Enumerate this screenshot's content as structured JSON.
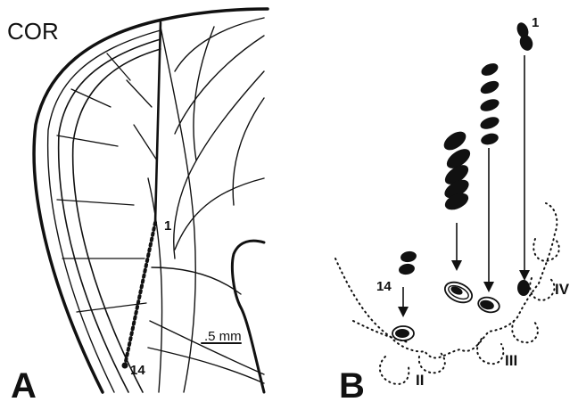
{
  "panel_a": {
    "section_label": "COR",
    "panel_letter": "A",
    "track_start_label": "1",
    "track_end_label": "14",
    "scale_bar_label": ".5 mm"
  },
  "panel_b": {
    "panel_letter": "B",
    "top_label": "1",
    "left_label": "14",
    "layers": {
      "ii": "II",
      "iii": "III",
      "iv": "IV"
    }
  },
  "colors": {
    "ink": "#111111",
    "background": "#ffffff"
  }
}
